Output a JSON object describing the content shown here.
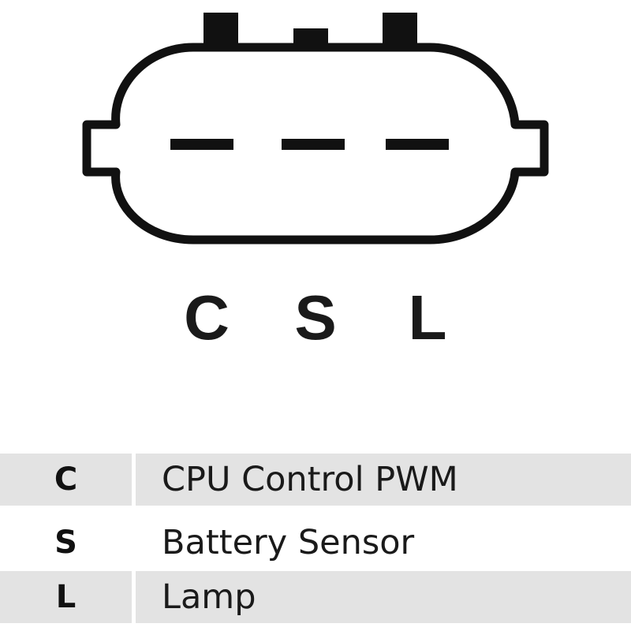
{
  "colors": {
    "stroke": "#111111",
    "row_shade": "#e3e3e3",
    "row_plain": "#ffffff",
    "text": "#1a1a1a"
  },
  "pins": [
    {
      "letter": "C"
    },
    {
      "letter": "S"
    },
    {
      "letter": "L"
    }
  ],
  "legend": [
    {
      "key": "C",
      "description": "CPU Control PWM"
    },
    {
      "key": "S",
      "description": "Battery Sensor"
    },
    {
      "key": "L",
      "description": "Lamp"
    }
  ]
}
